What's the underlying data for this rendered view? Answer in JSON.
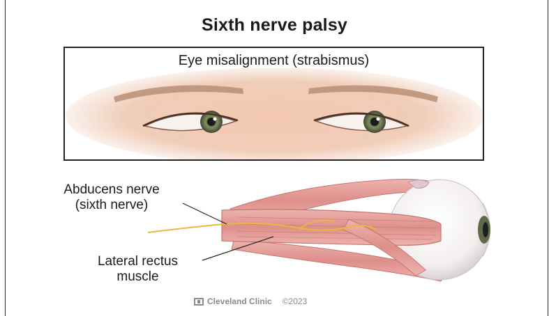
{
  "title": "Sixth nerve palsy",
  "eye_panel": {
    "caption": "Eye misalignment (strabismus)"
  },
  "labels": {
    "abducens_line1": "Abducens nerve",
    "abducens_line2": "(sixth nerve)",
    "rectus_line1": "Lateral rectus",
    "rectus_line2": "muscle"
  },
  "credit": {
    "logo_icon": "cleveland-clinic-logo-icon",
    "name": "Cleveland Clinic",
    "year": "©2023"
  },
  "colors": {
    "muscle": "#e6a3a0",
    "muscle_dark": "#c9716e",
    "nerve": "#e8b93a",
    "skin": "#f0c8b0",
    "iris": "#7d8a5e"
  }
}
